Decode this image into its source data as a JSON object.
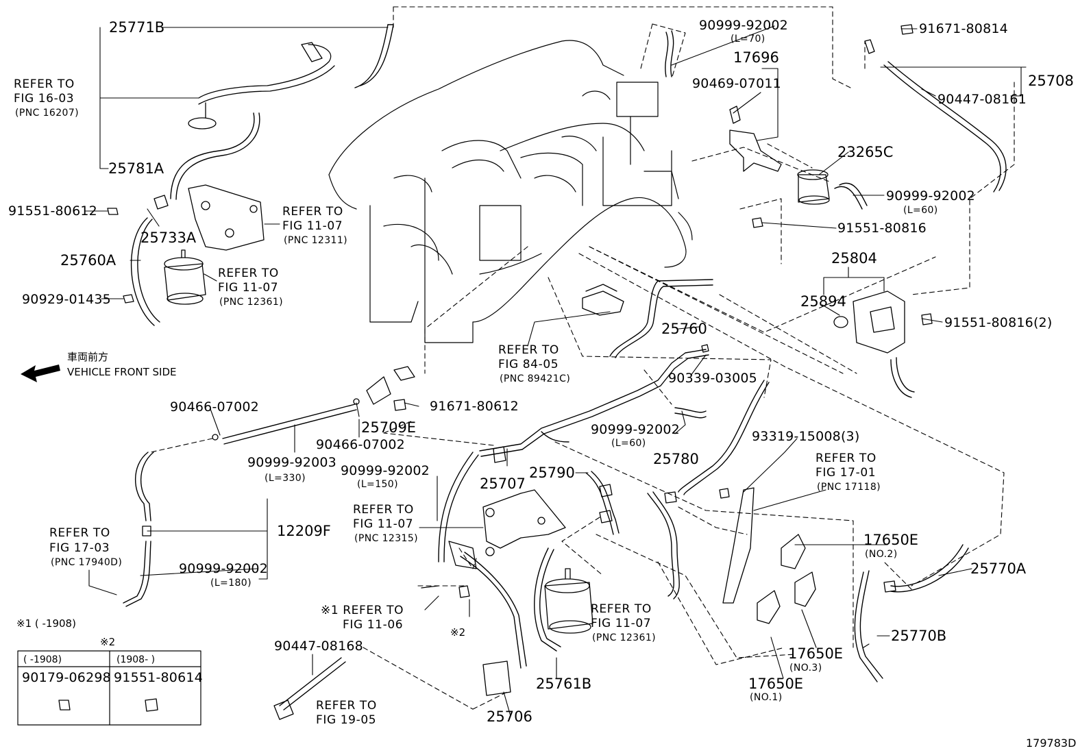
{
  "diagram_code": "179783D",
  "direction": {
    "jp": "車両前方",
    "en": "VEHICLE FRONT SIDE"
  },
  "parts": {
    "p25771B": "25771B",
    "p25781A": "25781A",
    "p25733A": "25733A",
    "p25760A": "25760A",
    "p91551_80612": "91551-80612",
    "p90929_01435": "90929-01435",
    "p90999_92002_l70": "90999-92002",
    "p17696": "17696",
    "p90469_07011": "90469-07011",
    "p23265C": "23265C",
    "p90999_92002_l60a": "90999-92002",
    "p91551_80816": "91551-80816",
    "p91671_80814": "91671-80814",
    "p25708": "25708",
    "p90447_08161": "90447-08161",
    "p25804": "25804",
    "p25894": "25894",
    "p91551_80816_2": "91551-80816(2)",
    "p25760": "25760",
    "p90339_03005": "90339-03005",
    "p90999_92002_l60b": "90999-92002",
    "p93319_15008": "93319-15008(3)",
    "p25780": "25780",
    "p90466_07002a": "90466-07002",
    "p90999_92003": "90999-92003",
    "p90466_07002b": "90466-07002",
    "p25709E": "25709E",
    "p91671_80612": "91671-80612",
    "p12209F": "12209F",
    "p90999_92002_l180": "90999-92002",
    "p90999_92002_l150": "90999-92002",
    "p25707": "25707",
    "p25790": "25790",
    "p17650E_2": "17650E",
    "p17650E_3": "17650E",
    "p17650E_1": "17650E",
    "p25770A": "25770A",
    "p25770B": "25770B",
    "p25761B": "25761B",
    "p25706": "25706",
    "p90447_08168": "90447-08168"
  },
  "lengths": {
    "l70": "(L=70)",
    "l60a": "(L=60)",
    "l60b": "(L=60)",
    "l330": "(L=330)",
    "l180": "(L=180)",
    "l150": "(L=150)"
  },
  "sub_labels": {
    "no2": "(NO.2)",
    "no3": "(NO.3)",
    "no1": "(NO.1)"
  },
  "refs": {
    "r16_03": {
      "l1": "REFER TO",
      "l2": "FIG 16-03",
      "l3": "(PNC 16207)"
    },
    "r11_07_a": {
      "l1": "REFER TO",
      "l2": "FIG 11-07",
      "l3": "(PNC 12311)"
    },
    "r11_07_b": {
      "l1": "REFER TO",
      "l2": "FIG 11-07",
      "l3": "(PNC 12361)"
    },
    "r84_05": {
      "l1": "REFER TO",
      "l2": "FIG 84-05",
      "l3": "(PNC 89421C)"
    },
    "r17_01": {
      "l1": "REFER TO",
      "l2": "FIG 17-01",
      "l3": "(PNC 17118)"
    },
    "r17_03": {
      "l1": "REFER TO",
      "l2": "FIG 17-03",
      "l3": "(PNC 17940D)"
    },
    "r11_07_c": {
      "l1": "REFER TO",
      "l2": "FIG 11-07",
      "l3": "(PNC 12315)"
    },
    "r11_06": {
      "l1": "※1 REFER TO",
      "l2": "FIG 11-06"
    },
    "r11_07_d": {
      "l1": "REFER TO",
      "l2": "FIG 11-07",
      "l3": "(PNC 12361)"
    },
    "r19_05": {
      "l1": "REFER TO",
      "l2": "FIG 19-05"
    }
  },
  "mark2": "※2",
  "footnote": {
    "note1": "※1 (      -1908)",
    "mark2": "※2",
    "col1_header": "(      -1908)",
    "col2_header": "(1908-      )",
    "col1_part": "90179-06298",
    "col2_part": "91551-80614"
  },
  "colors": {
    "ink": "#000000",
    "paper": "#ffffff"
  }
}
